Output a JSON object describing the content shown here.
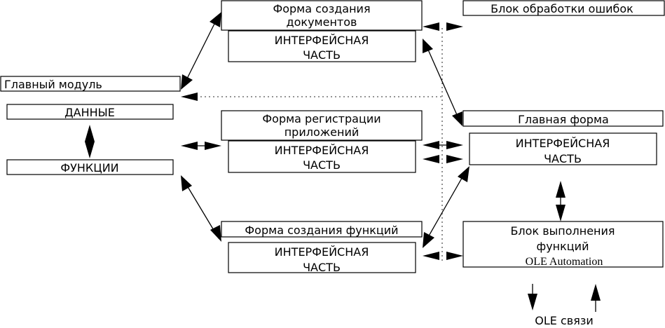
{
  "main_module": {
    "title": "Главный модуль",
    "data": "ДАННЫЕ",
    "functions": "ФУНКЦИИ"
  },
  "doc_form": {
    "title_line1": "Форма создания",
    "title_line2": "документов",
    "part_line1": "ИНТЕРФЕЙСНАЯ",
    "part_line2": "ЧАСТЬ"
  },
  "reg_form": {
    "title_line1": "Форма регистрации",
    "title_line2": "приложений",
    "part_line1": "ИНТЕРФЕЙСНАЯ",
    "part_line2": "ЧАСТЬ"
  },
  "func_form": {
    "title": "Форма создания функций",
    "part_line1": "ИНТЕРФЕЙСНАЯ",
    "part_line2": "ЧАСТЬ"
  },
  "error_block": {
    "title": "Блок обработки ошибок"
  },
  "main_form": {
    "title": "Главная форма",
    "part_line1": "ИНТЕРФЕЙСНАЯ",
    "part_line2": "ЧАСТЬ"
  },
  "exec_block": {
    "line1": "Блок выполнения",
    "line2": "функций",
    "line3": "OLE Automation"
  },
  "ole_links": {
    "label": "OLE связи"
  }
}
